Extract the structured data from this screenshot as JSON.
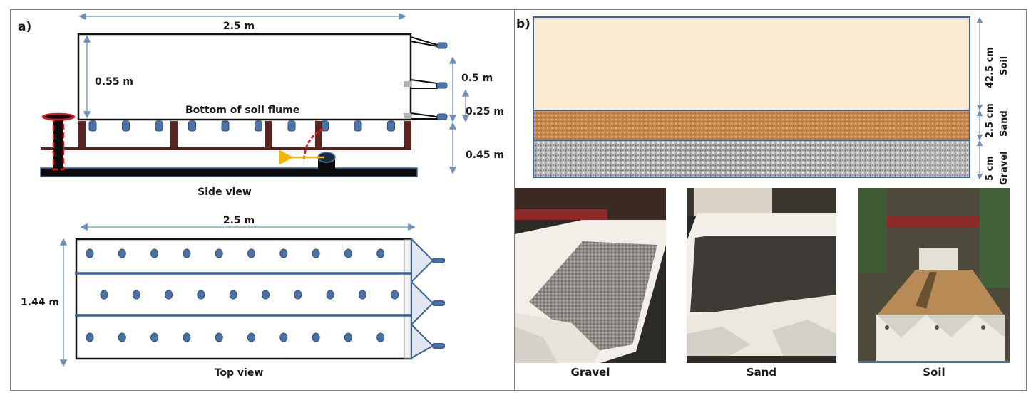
{
  "figure": {
    "panel_a": {
      "label": "a)",
      "side_view": {
        "title": "Side view",
        "length_label": "2.5 m",
        "height_label": "0.55 m",
        "bottom_label": "Bottom of soil flume",
        "outlet_spacing_labels": [
          "0.5 m",
          "0.25 m"
        ],
        "support_height_label": "0.45 m",
        "drain_count": 10,
        "outlet_count": 3
      },
      "top_view": {
        "title": "Top view",
        "length_label": "2.5 m",
        "width_label": "1.44 m",
        "rows": 3,
        "drains_per_row": 10
      }
    },
    "panel_b": {
      "label": "b)",
      "layers": [
        {
          "name": "Soil",
          "thickness": "42.5 cm",
          "color": "#fcebd0"
        },
        {
          "name": "Sand",
          "thickness": "2.5 cm",
          "color": "#c98a4f"
        },
        {
          "name": "Gravel",
          "thickness": "5 cm",
          "color": "#b9b9b9"
        }
      ],
      "photos": [
        {
          "caption": "Gravel"
        },
        {
          "caption": "Sand"
        },
        {
          "caption": "Soil"
        }
      ]
    },
    "colors": {
      "frame_blue": "#3d6293",
      "dimension_blue": "#6d8fb8",
      "support_brown": "#5a2420",
      "valve_red": "#e0181c",
      "flow_yellow": "#f2b500"
    }
  }
}
